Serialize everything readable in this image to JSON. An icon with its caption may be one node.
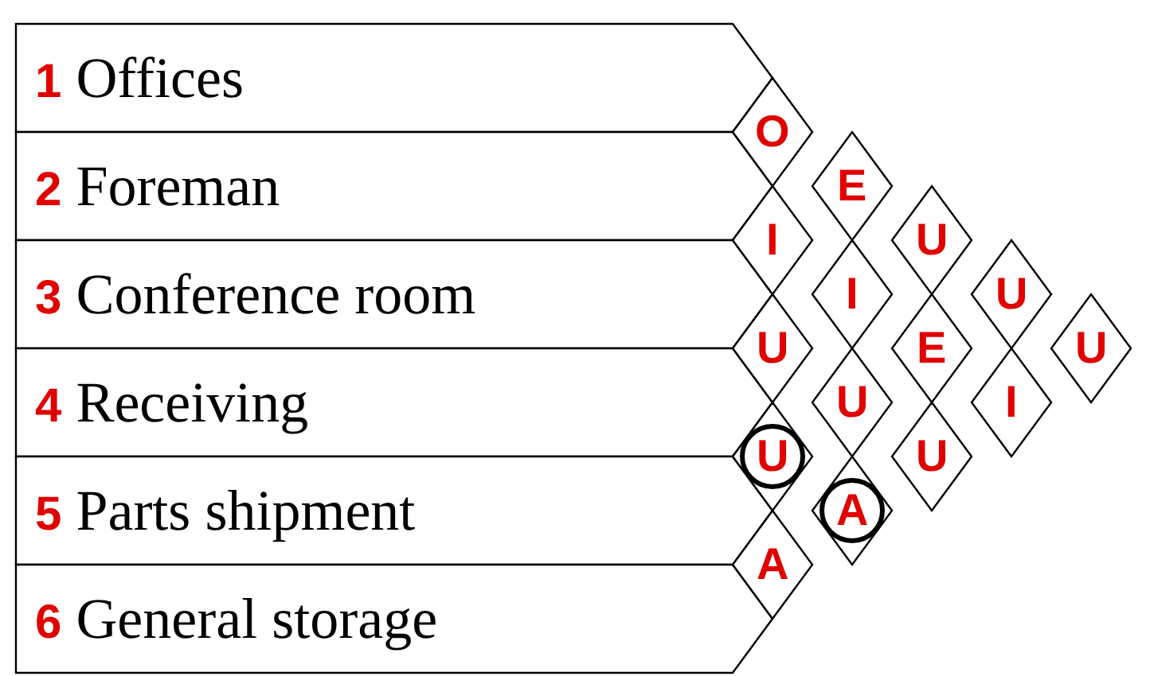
{
  "diagram": {
    "nodes": [
      {
        "text": [
          "**1** Offices"
        ]
      },
      {
        "text": [
          "**2** Foreman"
        ]
      },
      {
        "text": [
          "**3** Conference room"
        ]
      },
      {
        "text": [
          "**4** Receiving"
        ]
      },
      {
        "text": [
          "**5** Parts shipment"
        ]
      },
      {
        "text": [
          "**6** General storage"
        ]
      },
      {
        "text": [
          "O"
        ]
      },
      {
        "text": [
          "E"
        ]
      },
      {
        "text": [
          "I"
        ]
      },
      {
        "text": [
          "U"
        ]
      },
      {
        "text": [
          "U"
        ]
      },
      {
        "text": [
          "I"
        ]
      },
      {
        "text": [
          "U"
        ]
      },
      {
        "text": [
          "U"
        ]
      },
      {
        "text": [
          "E"
        ]
      },
      {
        "text": [
          "I"
        ]
      },
      {
        "text": [
          "U"
        ]
      },
      {
        "text": [
          "U"
        ]
      },
      {
        "text": [
          "U"
        ]
      },
      {
        "text": [
          "A"
        ]
      },
      {
        "text": [
          "A"
        ]
      }
    ]
  }
}
